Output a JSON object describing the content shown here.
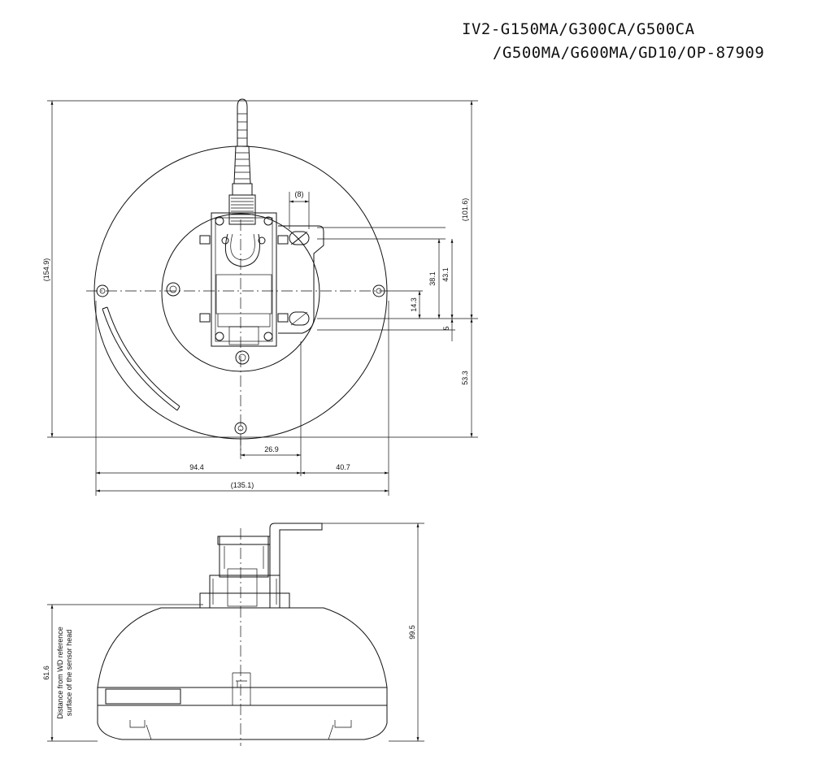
{
  "title": {
    "line1": "IV2-G150MA/G300CA/G500CA",
    "line2": "/G500MA/G600MA/GD10/OP-87909"
  },
  "top_view": {
    "dim_overall_height": "(154.9)",
    "dim_upper_height": "(101.6)",
    "dim_slot": "(8)",
    "dim_38_1": "38.1",
    "dim_43_1": "43.1",
    "dim_14_3": "14.3",
    "dim_5": "5",
    "dim_53_3": "53.3",
    "dim_26_9": "26.9",
    "dim_94_4": "94.4",
    "dim_40_7": "40.7",
    "dim_overall_width": "(135.1)"
  },
  "side_view": {
    "dim_99_5": "99.5",
    "dim_61_6": "61.6",
    "note_line1": "Distance from WD reference",
    "note_line2": "surface of the sensor head"
  }
}
